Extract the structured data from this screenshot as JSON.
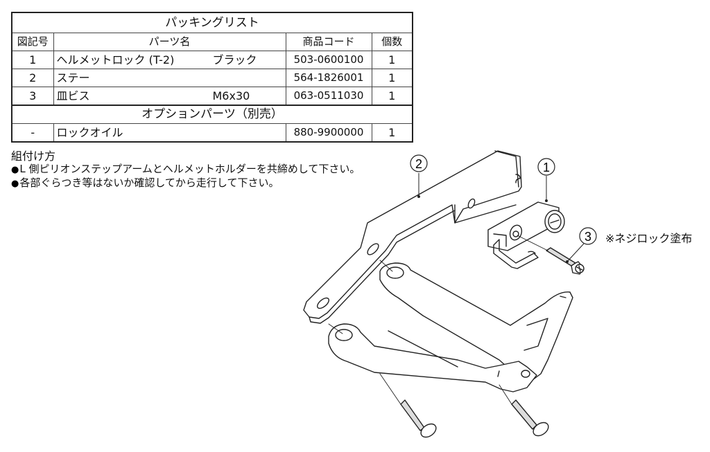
{
  "packing_list": {
    "title": "パッキングリスト",
    "headers": {
      "figure_no": "図記号",
      "part_name": "パーツ名",
      "product_code": "商品コード",
      "quantity": "個数"
    },
    "items": [
      {
        "figure_no": "1",
        "name": "ヘルメットロック (T-2)",
        "spec": "ブラック",
        "code": "503-0600100",
        "qty": "1"
      },
      {
        "figure_no": "2",
        "name": "ステー",
        "spec": "",
        "code": "564-1826001",
        "qty": "1"
      },
      {
        "figure_no": "3",
        "name": "皿ビス",
        "spec": "M6x30",
        "code": "063-0511030",
        "qty": "1"
      }
    ],
    "options_title": "オプションパーツ（別売）",
    "options": [
      {
        "figure_no": "-",
        "name": "ロックオイル",
        "spec": "",
        "code": "880-9900000",
        "qty": "1"
      }
    ]
  },
  "instructions": {
    "heading": "組付け方",
    "bullet_symbol": "●",
    "steps": [
      "L 側ピリオンステップアームとヘルメットホルダーを共締めして下さい。",
      "各部ぐらつき等はないか確認してから走行して下さい。"
    ]
  },
  "diagram": {
    "callouts": [
      {
        "number": "1",
        "part": "helmet-lock"
      },
      {
        "number": "2",
        "part": "stay"
      },
      {
        "number": "3",
        "part": "flat-screw"
      }
    ],
    "note": "※ネジロック塗布"
  }
}
